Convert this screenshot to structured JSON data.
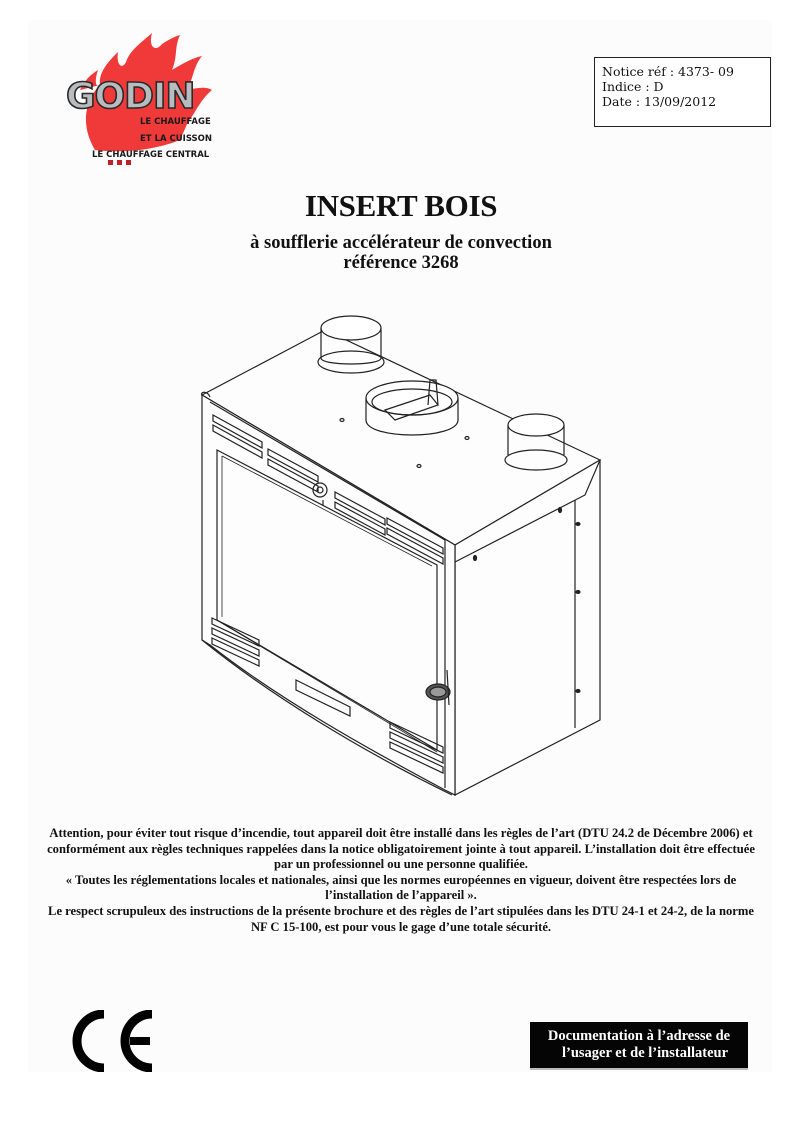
{
  "header": {
    "logo": {
      "brand": "GODIN",
      "tagline_lines": [
        "LE CHAUFFAGE",
        "ET LA CUISSON",
        "LE CHAUFFAGE CENTRAL"
      ],
      "flame_color": "#f03a3a"
    },
    "reference_box": {
      "notice_ref": "Notice réf : 4373- 09",
      "indice": "Indice : D",
      "date": "Date : 13/09/2012"
    }
  },
  "title": "INSERT BOIS",
  "subtitle": {
    "line1": "à soufflerie accélérateur de convection",
    "line2": "référence 3268"
  },
  "illustration": {
    "subject": "wood-burning-insert-line-drawing"
  },
  "warning": {
    "paragraph1": "Attention, pour éviter tout risque d’incendie, tout appareil doit être installé dans les règles de l’art (DTU 24.2 de Décembre 2006) et conformément aux règles techniques rappelées dans la notice obligatoirement jointe à tout  appareil. L’installation doit être effectuée par un professionnel ou une personne qualifiée.",
    "paragraph2": "« Toutes les réglementations locales et nationales, ainsi que les normes européennes en vigueur, doivent être respectées lors de l’installation de l’appareil ».",
    "paragraph3": "Le respect scrupuleux des instructions de la présente brochure et des règles de l’art stipulées dans les DTU 24-1 et 24-2, de la norme NF C 15-100, est pour vous le gage d’une totale sécurité."
  },
  "footer": {
    "ce_mark": "CE",
    "documentation_badge": {
      "line1": "Documentation à l’adresse de",
      "line2": "l’usager et de l’installateur"
    }
  }
}
